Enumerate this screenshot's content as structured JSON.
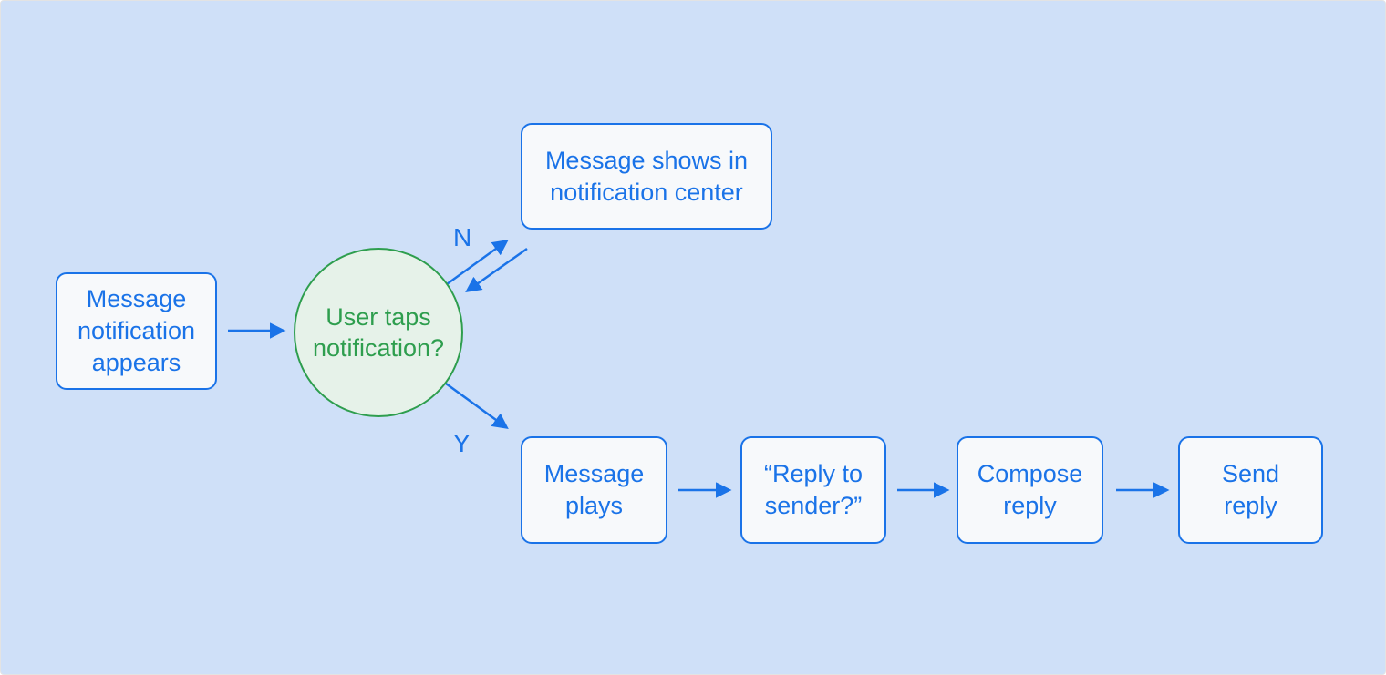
{
  "colors": {
    "background": "#cfe0f8",
    "canvas_border": "#e3e3e3",
    "node_fill": "#f7f9fb",
    "node_border": "#1a73e8",
    "node_text": "#1a73e8",
    "decision_fill": "#e6f2e9",
    "decision_border": "#2e9e4e",
    "decision_text": "#2e9e4e",
    "arrow": "#1a73e8",
    "edge_label": "#1a73e8"
  },
  "diagram": {
    "type": "flowchart",
    "title": "",
    "nodes": [
      {
        "id": "start",
        "shape": "rect",
        "label": "Message\nnotification\nappears"
      },
      {
        "id": "decision",
        "shape": "circle",
        "label": "User taps\nnotification?"
      },
      {
        "id": "notification-center",
        "shape": "rect",
        "label": "Message shows in\nnotification center"
      },
      {
        "id": "message-plays",
        "shape": "rect",
        "label": "Message\nplays"
      },
      {
        "id": "reply-to-sender",
        "shape": "rect",
        "label": "“Reply to\nsender?”"
      },
      {
        "id": "compose-reply",
        "shape": "rect",
        "label": "Compose\nreply"
      },
      {
        "id": "send-reply",
        "shape": "rect",
        "label": "Send\nreply"
      }
    ],
    "edges": [
      {
        "from": "start",
        "to": "decision",
        "label": ""
      },
      {
        "from": "decision",
        "to": "notification-center",
        "label": "N"
      },
      {
        "from": "notification-center",
        "to": "decision",
        "label": ""
      },
      {
        "from": "decision",
        "to": "message-plays",
        "label": "Y"
      },
      {
        "from": "message-plays",
        "to": "reply-to-sender",
        "label": ""
      },
      {
        "from": "reply-to-sender",
        "to": "compose-reply",
        "label": ""
      },
      {
        "from": "compose-reply",
        "to": "send-reply",
        "label": ""
      }
    ]
  }
}
